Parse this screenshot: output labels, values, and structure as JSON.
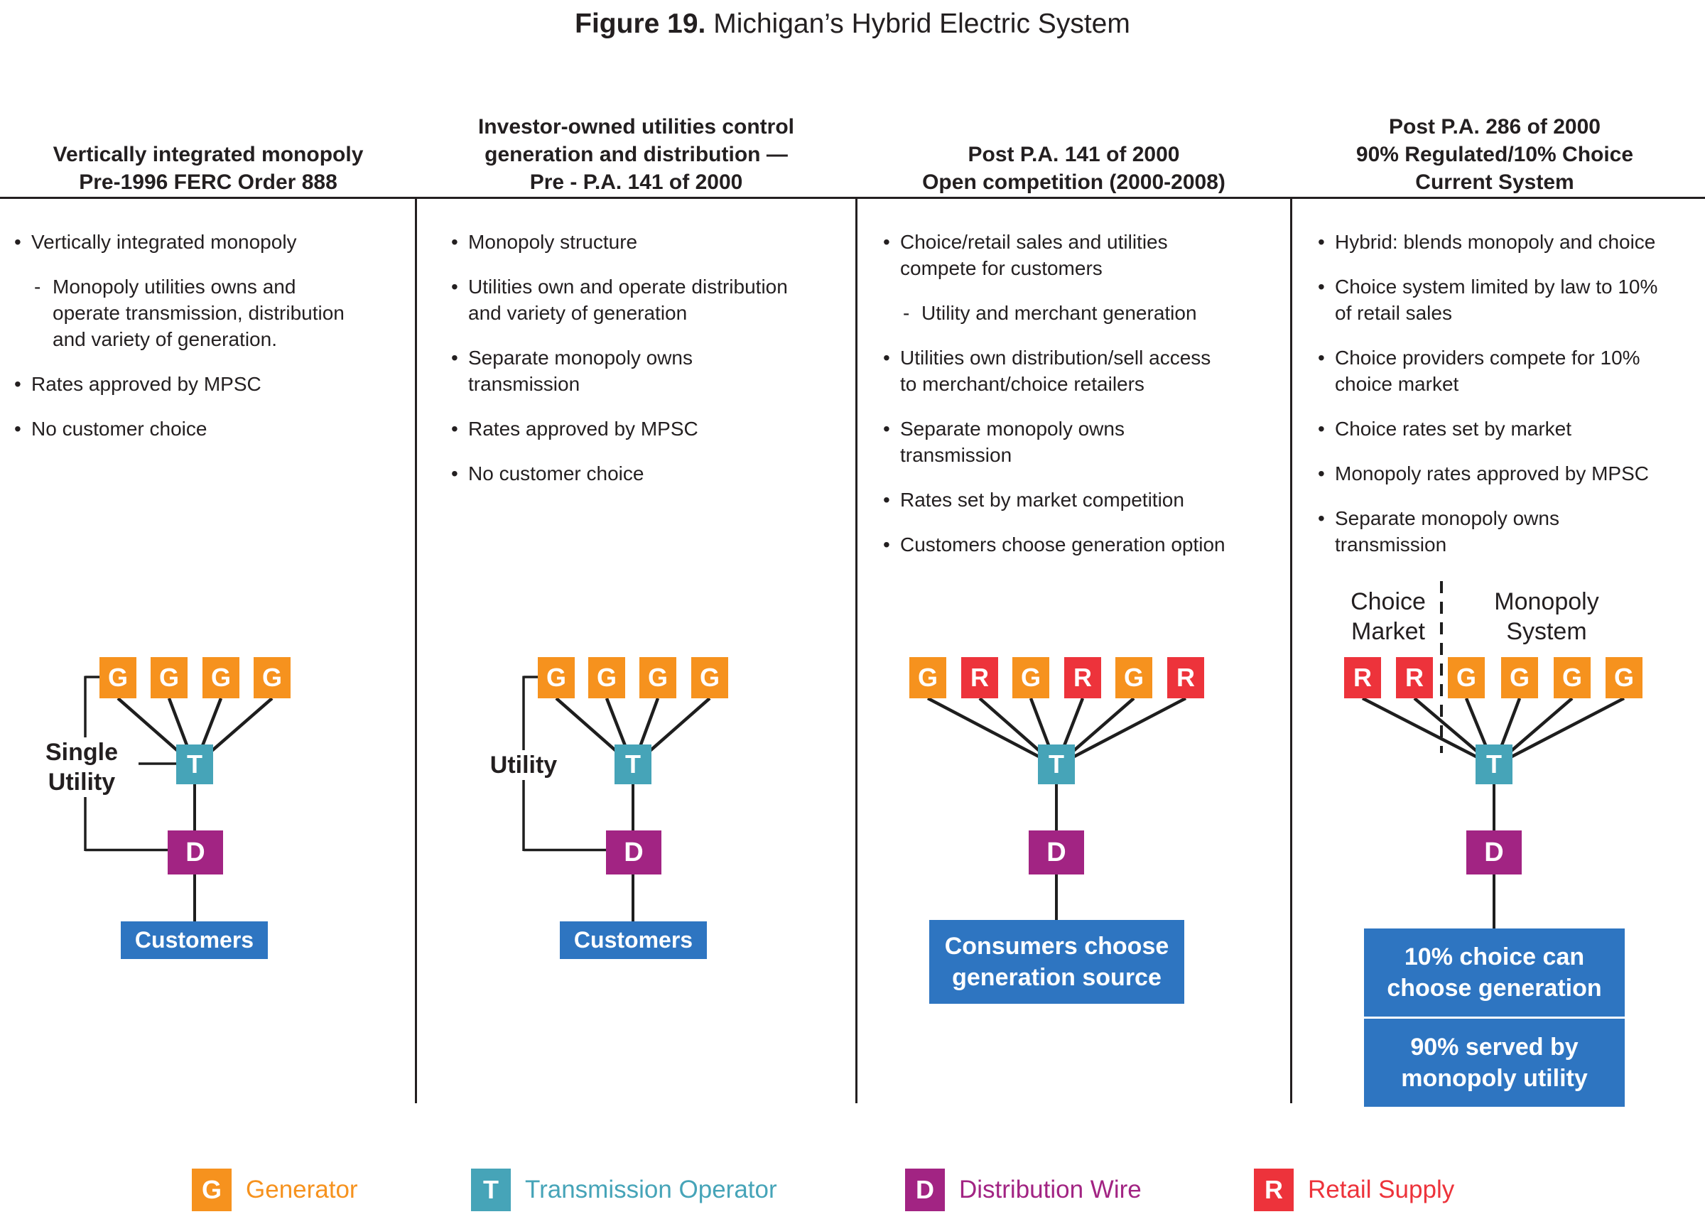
{
  "title": {
    "prefix": "Figure 19.",
    "text": " Michigan’s Hybrid Electric System"
  },
  "columns": [
    {
      "header": [
        "Vertically integrated monopoly",
        "Pre-1996 FERC Order 888"
      ],
      "bullets": [
        {
          "marker": "•",
          "text": "Vertically integrated monopoly"
        },
        {
          "marker": "-",
          "text": "Monopoly utilities owns and\noperate transmission, distribution\nand variety of generation."
        },
        {
          "marker": "•",
          "text": "Rates approved by MPSC"
        },
        {
          "marker": "•",
          "text": "No customer choice"
        }
      ]
    },
    {
      "header": [
        "Investor-owned utilities control",
        "generation and distribution —",
        "Pre - P.A. 141 of 2000"
      ],
      "bullets": [
        {
          "marker": "•",
          "text": "Monopoly structure"
        },
        {
          "marker": "•",
          "text": "Utilities own and operate distribution\nand variety of generation"
        },
        {
          "marker": "•",
          "text": "Separate monopoly owns\ntransmission"
        },
        {
          "marker": "•",
          "text": "Rates approved by MPSC"
        },
        {
          "marker": "•",
          "text": "No customer choice"
        }
      ]
    },
    {
      "header": [
        "Post P.A. 141 of 2000",
        "Open competition (2000-2008)"
      ],
      "bullets": [
        {
          "marker": "•",
          "text": "Choice/retail sales and utilities\ncompete for customers"
        },
        {
          "marker": "-",
          "text": "Utility and merchant generation"
        },
        {
          "marker": "•",
          "text": "Utilities own distribution/sell access\nto merchant/choice retailers"
        },
        {
          "marker": "•",
          "text": "Separate monopoly owns\ntransmission"
        },
        {
          "marker": "•",
          "text": "Rates set by market competition"
        },
        {
          "marker": "•",
          "text": "Customers choose generation option"
        }
      ]
    },
    {
      "header": [
        "Post P.A. 286 of 2000",
        "90% Regulated/10% Choice",
        "Current System"
      ],
      "bullets": [
        {
          "marker": "•",
          "text": "Hybrid: blends monopoly and choice"
        },
        {
          "marker": "•",
          "text": "Choice system limited by law to 10%\nof retail sales"
        },
        {
          "marker": "•",
          "text": "Choice providers compete for 10%\nchoice market"
        },
        {
          "marker": "•",
          "text": "Choice rates set by market"
        },
        {
          "marker": "•",
          "text": "Monopoly rates approved by MPSC"
        },
        {
          "marker": "•",
          "text": "Separate monopoly owns\ntransmission"
        }
      ]
    }
  ],
  "diagrams": [
    {
      "bracket_label": "Single\nUtility",
      "nodes": [
        "G",
        "G",
        "G",
        "G"
      ],
      "t": "T",
      "d": "D",
      "bottom": "Customers"
    },
    {
      "bracket_label": "Utility",
      "nodes": [
        "G",
        "G",
        "G",
        "G"
      ],
      "t": "T",
      "d": "D",
      "bottom": "Customers"
    },
    {
      "nodes": [
        "G",
        "R",
        "G",
        "R",
        "G",
        "R"
      ],
      "t": "T",
      "d": "D",
      "bottom": "Consumers choose\ngeneration source"
    },
    {
      "zone_labels": [
        "Choice\nMarket",
        "Monopoly\nSystem"
      ],
      "nodes": [
        "R",
        "R",
        "G",
        "G",
        "G",
        "G"
      ],
      "t": "T",
      "d": "D",
      "bottom_top": "10% choice can\nchoose generation",
      "bottom_bottom": "90% served by\nmonopoly utility"
    }
  ],
  "legend": [
    {
      "letter": "G",
      "label": "Generator"
    },
    {
      "letter": "T",
      "label": "Transmission Operator"
    },
    {
      "letter": "D",
      "label": "Distribution Wire"
    },
    {
      "letter": "R",
      "label": "Retail Supply"
    }
  ],
  "colors": {
    "generator_orange": "#F6921E",
    "retail_red": "#ED333B",
    "transmission_teal": "#46A4B8",
    "distribution_magenta": "#A22483",
    "customers_blue": "#2E75C1",
    "text_dark": "#231F20"
  }
}
